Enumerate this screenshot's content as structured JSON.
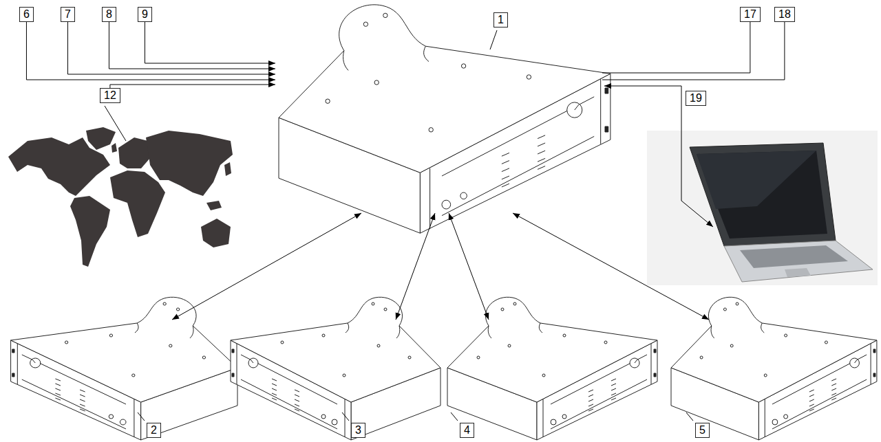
{
  "diagram": {
    "nodes": [
      {
        "text": [
          "1"
        ]
      },
      {
        "text": [
          "2"
        ]
      },
      {
        "text": [
          "3"
        ]
      },
      {
        "text": [
          "4"
        ]
      },
      {
        "text": [
          "5"
        ]
      },
      {
        "text": [
          "6"
        ]
      },
      {
        "text": [
          "7"
        ]
      },
      {
        "text": [
          "8"
        ]
      },
      {
        "text": [
          "9"
        ]
      },
      {
        "text": [
          "12"
        ]
      },
      {
        "text": [
          "17"
        ]
      },
      {
        "text": [
          "18"
        ]
      }
    ],
    "edges": [
      {
        "from": 0,
        "to": 1,
        "arrow": "both"
      },
      {
        "from": 0,
        "to": 2,
        "arrow": "both"
      },
      {
        "from": 0,
        "to": 3,
        "arrow": "both"
      },
      {
        "from": 0,
        "to": 4,
        "arrow": "both"
      },
      {
        "from": 5,
        "to": 0,
        "arrow": "to"
      },
      {
        "from": 6,
        "to": 0,
        "arrow": "to"
      },
      {
        "from": 7,
        "to": 0,
        "arrow": "to"
      },
      {
        "from": 8,
        "to": 0,
        "arrow": "to"
      },
      {
        "from": 9,
        "to": 0,
        "arrow": "to"
      },
      {
        "from": 0,
        "to": 10,
        "arrow": "none"
      },
      {
        "from": 0,
        "to": 11,
        "arrow": "none"
      }
    ],
    "labels": [
      "19"
    ]
  }
}
